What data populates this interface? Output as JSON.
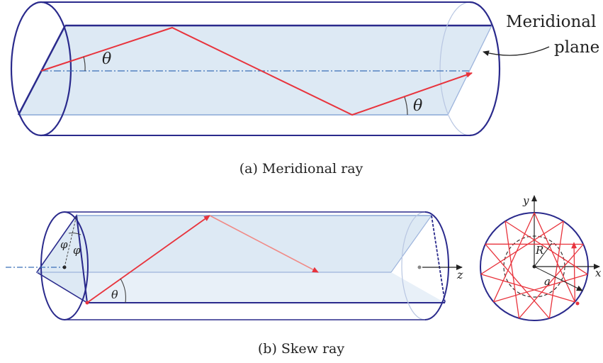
{
  "figure_a": {
    "caption": "(a) Meridional ray",
    "theta_label": "θ",
    "meridional_label_line1": "Meridional",
    "meridional_label_line2": "plane"
  },
  "figure_b": {
    "caption": "(b) Skew ray",
    "theta_label": "θ",
    "phi_label": "φ",
    "z_label": "z",
    "x_label": "x",
    "y_label": "y",
    "R_label": "R",
    "a_label": "a"
  },
  "colors": {
    "fiber_outline": "#2a2a8c",
    "plane_fill": "#dde9f4",
    "ray": "#e8333c",
    "ray_faded": "#f08a86",
    "axis": "#3b6fb6",
    "text": "#222222"
  }
}
